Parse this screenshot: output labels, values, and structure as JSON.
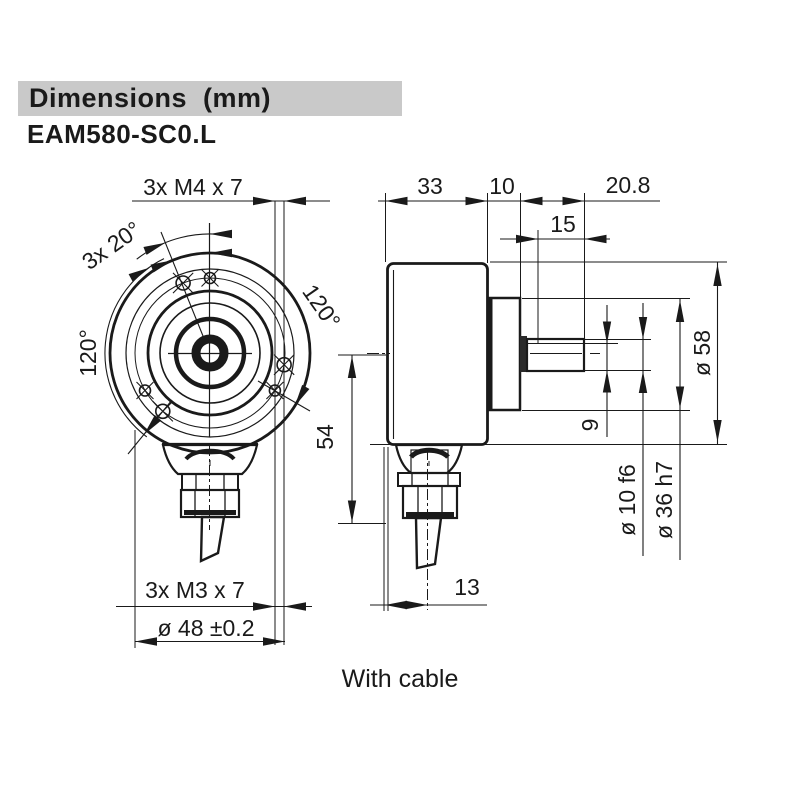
{
  "header": {
    "title": "Dimensions  (mm)"
  },
  "model": "EAM580-SC0.L",
  "caption": "With cable",
  "front_view": {
    "m4": "3x M4 x 7",
    "angle_20": "3x 20°",
    "angle_120_left": "120°",
    "angle_120_right": "120°",
    "dim_54": "54",
    "m3": "3x M3 x 7",
    "bolt_circle": "ø 48 ±0.2"
  },
  "side_view": {
    "dim_33": "33",
    "dim_10": "10",
    "dim_20_8": "20.8",
    "dim_15": "15",
    "dia_58": "ø 58",
    "dim_9": "9",
    "dia_10": "ø 10 f6",
    "dia_36": "ø 36 h7",
    "dim_13": "13"
  },
  "colors": {
    "line": "#1a1a1a",
    "header_bg": "#c9c9c9"
  }
}
